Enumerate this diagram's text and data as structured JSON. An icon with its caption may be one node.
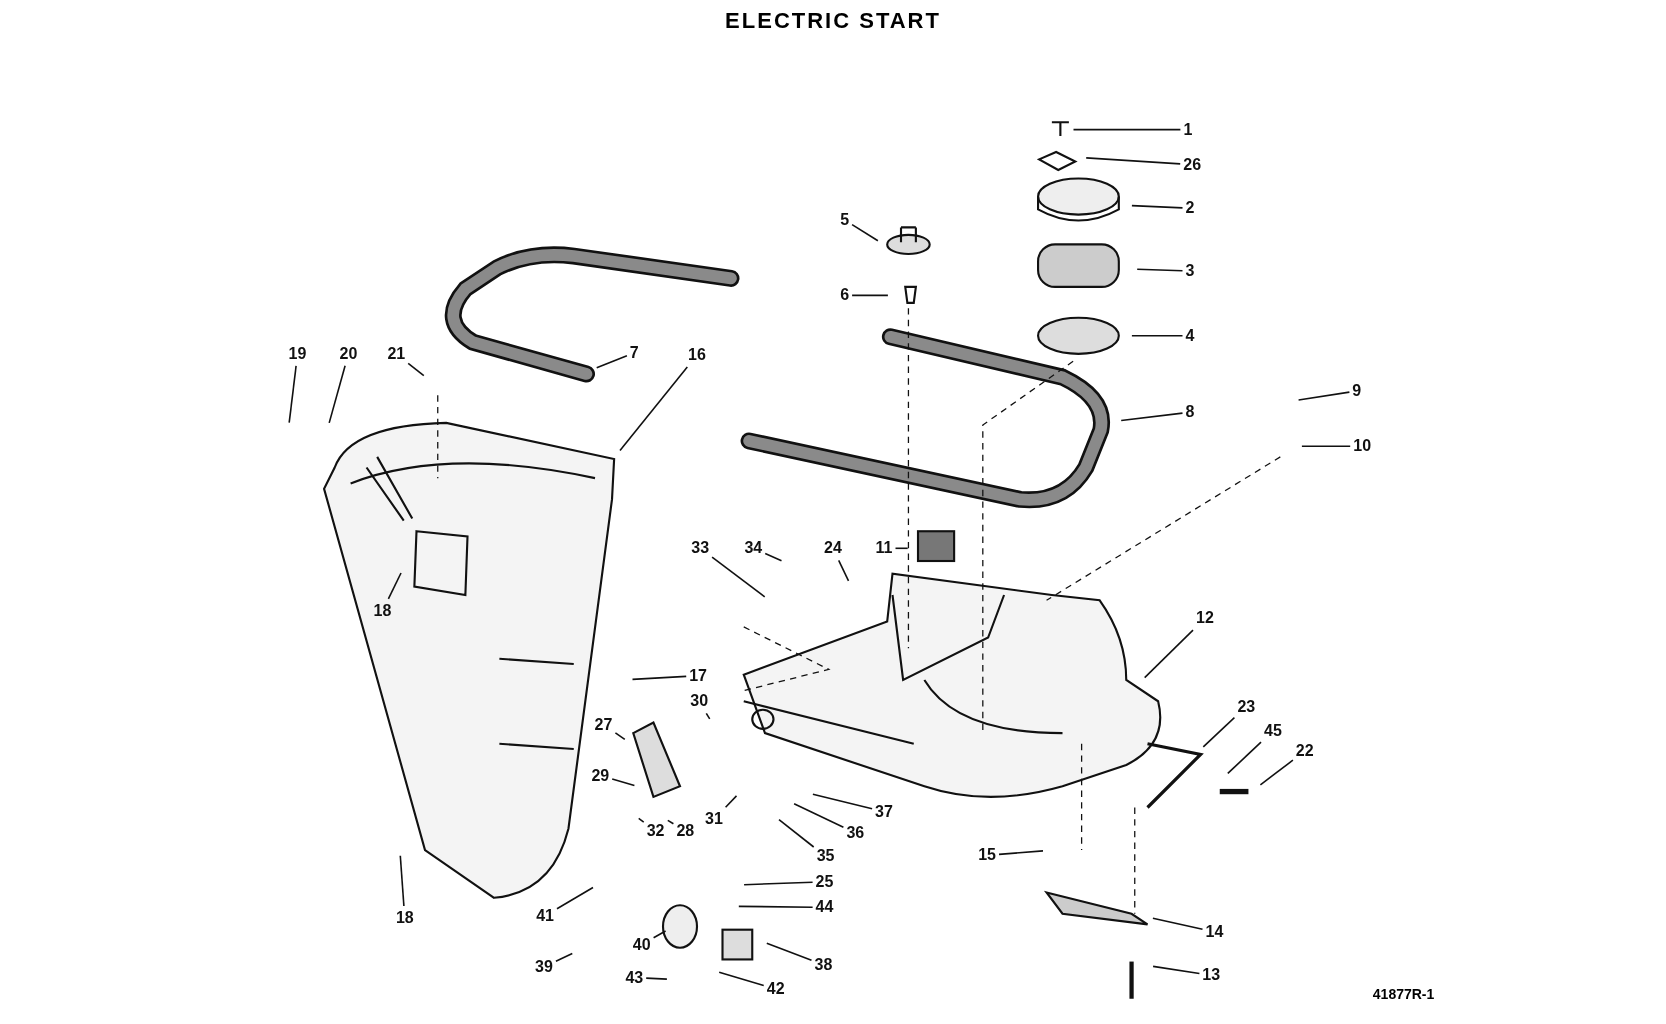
{
  "diagram": {
    "title": "ELECTRIC START",
    "nodes": [
      {
        "text": [
          "1"
        ]
      },
      {
        "text": [
          "2"
        ]
      },
      {
        "text": [
          "3"
        ]
      },
      {
        "text": [
          "4"
        ]
      },
      {
        "text": [
          "5"
        ]
      },
      {
        "text": [
          "6"
        ]
      },
      {
        "text": [
          "7"
        ]
      },
      {
        "text": [
          "8"
        ]
      },
      {
        "text": [
          "9"
        ]
      },
      {
        "text": [
          "10"
        ]
      },
      {
        "text": [
          "11"
        ]
      },
      {
        "text": [
          "12"
        ]
      },
      {
        "text": [
          "13"
        ]
      },
      {
        "text": [
          "14"
        ]
      },
      {
        "text": [
          "15"
        ]
      },
      {
        "text": [
          "16"
        ]
      },
      {
        "text": [
          "17"
        ]
      },
      {
        "text": [
          "18"
        ]
      },
      {
        "text": [
          "18"
        ]
      },
      {
        "text": [
          "19"
        ]
      },
      {
        "text": [
          "20"
        ]
      },
      {
        "text": [
          "21"
        ]
      },
      {
        "text": [
          "22"
        ]
      },
      {
        "text": [
          "23"
        ]
      },
      {
        "text": [
          "24"
        ]
      },
      {
        "text": [
          "25"
        ]
      },
      {
        "text": [
          "26"
        ]
      },
      {
        "text": [
          "27"
        ]
      },
      {
        "text": [
          "28"
        ]
      },
      {
        "text": [
          "29"
        ]
      },
      {
        "text": [
          "30"
        ]
      },
      {
        "text": [
          "31"
        ]
      },
      {
        "text": [
          "32"
        ]
      },
      {
        "text": [
          "33"
        ]
      },
      {
        "text": [
          "34"
        ]
      },
      {
        "text": [
          "35"
        ]
      },
      {
        "text": [
          "36"
        ]
      },
      {
        "text": [
          "37"
        ]
      },
      {
        "text": [
          "38"
        ]
      },
      {
        "text": [
          "39"
        ]
      },
      {
        "text": [
          "40"
        ]
      },
      {
        "text": [
          "41"
        ]
      },
      {
        "text": [
          "42"
        ]
      },
      {
        "text": [
          "43"
        ]
      },
      {
        "text": [
          "44"
        ]
      },
      {
        "text": [
          "45"
        ]
      }
    ],
    "edges": [
      {
        "from": 0,
        "to": null,
        "arrow": "none"
      },
      {
        "from": 1,
        "to": null,
        "arrow": "none"
      },
      {
        "from": 2,
        "to": null,
        "arrow": "none"
      },
      {
        "from": 3,
        "to": null,
        "arrow": "none"
      },
      {
        "from": 4,
        "to": null,
        "arrow": "none"
      },
      {
        "from": 5,
        "to": null,
        "arrow": "none"
      },
      {
        "from": 6,
        "to": null,
        "arrow": "none"
      },
      {
        "from": 7,
        "to": null,
        "arrow": "none"
      },
      {
        "from": 8,
        "to": null,
        "arrow": "none"
      },
      {
        "from": 9,
        "to": null,
        "arrow": "none"
      },
      {
        "from": 10,
        "to": null,
        "arrow": "none"
      },
      {
        "from": 11,
        "to": null,
        "arrow": "none"
      },
      {
        "from": 12,
        "to": null,
        "arrow": "none"
      },
      {
        "from": 13,
        "to": null,
        "arrow": "none"
      },
      {
        "from": 14,
        "to": null,
        "arrow": "none"
      },
      {
        "from": 15,
        "to": null,
        "arrow": "none"
      },
      {
        "from": 16,
        "to": null,
        "arrow": "none"
      },
      {
        "from": 17,
        "to": null,
        "arrow": "none"
      },
      {
        "from": 18,
        "to": null,
        "arrow": "none"
      },
      {
        "from": 19,
        "to": null,
        "arrow": "none"
      },
      {
        "from": 20,
        "to": null,
        "arrow": "none"
      },
      {
        "from": 21,
        "to": null,
        "arrow": "none"
      },
      {
        "from": 22,
        "to": null,
        "arrow": "none"
      },
      {
        "from": 23,
        "to": null,
        "arrow": "none"
      },
      {
        "from": 24,
        "to": null,
        "arrow": "none"
      },
      {
        "from": 25,
        "to": null,
        "arrow": "none"
      },
      {
        "from": 26,
        "to": null,
        "arrow": "none"
      },
      {
        "from": 27,
        "to": null,
        "arrow": "none"
      },
      {
        "from": 28,
        "to": null,
        "arrow": "none"
      },
      {
        "from": 29,
        "to": null,
        "arrow": "none"
      },
      {
        "from": 30,
        "to": null,
        "arrow": "none"
      },
      {
        "from": 31,
        "to": null,
        "arrow": "none"
      },
      {
        "from": 32,
        "to": null,
        "arrow": "none"
      },
      {
        "from": 33,
        "to": null,
        "arrow": "none"
      },
      {
        "from": 34,
        "to": null,
        "arrow": "none"
      },
      {
        "from": 35,
        "to": null,
        "arrow": "none"
      },
      {
        "from": 36,
        "to": null,
        "arrow": "none"
      },
      {
        "from": 37,
        "to": null,
        "arrow": "none"
      },
      {
        "from": 38,
        "to": null,
        "arrow": "none"
      },
      {
        "from": 39,
        "to": null,
        "arrow": "none"
      },
      {
        "from": 40,
        "to": null,
        "arrow": "none"
      },
      {
        "from": 41,
        "to": null,
        "arrow": "none"
      },
      {
        "from": 42,
        "to": null,
        "arrow": "none"
      },
      {
        "from": 43,
        "to": null,
        "arrow": "none"
      },
      {
        "from": 44,
        "to": null,
        "arrow": "none"
      },
      {
        "from": 45,
        "to": null,
        "arrow": "none"
      }
    ],
    "labels": [
      "41877R-1"
    ]
  }
}
